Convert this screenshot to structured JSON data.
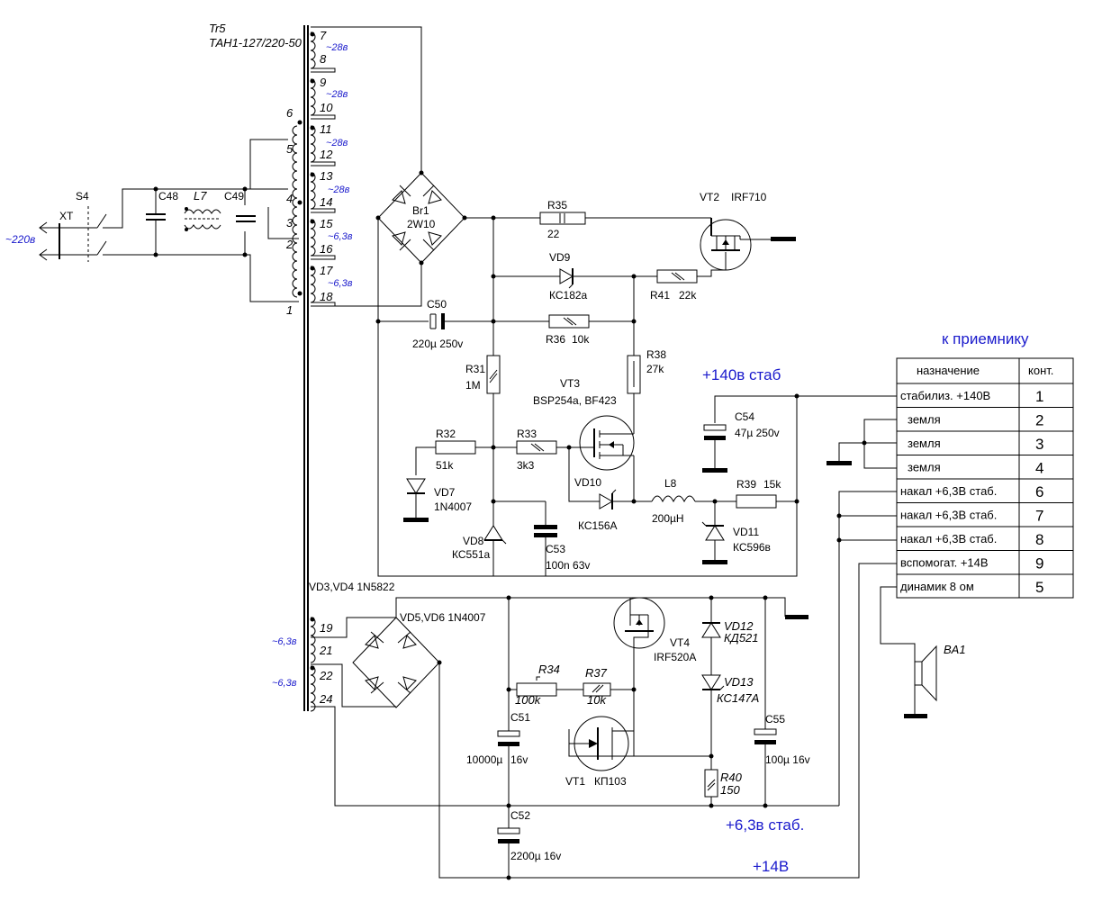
{
  "transformer": {
    "ref": "Tr5",
    "model": "ТАН1-127/220-50",
    "pins_left": [
      "6",
      "5",
      "4",
      "3",
      "2",
      "1"
    ],
    "pins_right": [
      "7",
      "8",
      "9",
      "10",
      "11",
      "12",
      "13",
      "14",
      "15",
      "16",
      "17",
      "18"
    ],
    "pins_low": [
      "19",
      "21",
      "22",
      "24"
    ],
    "taps": [
      "~28в",
      "~28в",
      "~28в",
      "~28в",
      "~6,3в",
      "~6,3в"
    ],
    "low_taps": [
      "~6,3в",
      "~6,3в"
    ]
  },
  "input": {
    "connector": "XT",
    "voltage": "~220в",
    "switch": "S4",
    "c48": "C48",
    "l7": "L7",
    "c49": "C49"
  },
  "bridge1": {
    "ref": "Br1",
    "model": "2W10"
  },
  "parts": {
    "r35": "R35",
    "r35v": "22",
    "vt2": "VT2",
    "vt2m": "IRF710",
    "vd9": "VD9",
    "vd9m": "КС182а",
    "r41": "R41",
    "r41v": "22k",
    "c50": "C50",
    "c50v": "220µ 250v",
    "r36": "R36",
    "r36v": "10k",
    "r38": "R38",
    "r38v": "27k",
    "r31": "R31",
    "r31v": "1M",
    "vt3": "VT3",
    "vt3m": "BSP254a, BF423",
    "r32": "R32",
    "r32v": "51k",
    "r33": "R33",
    "r33v": "3k3",
    "vd7": "VD7",
    "vd7m": "1N4007",
    "vd10": "VD10",
    "vd10m": "КС156А",
    "l8": "L8",
    "l8v": "200µH",
    "r39": "R39",
    "r39v": "15k",
    "c54": "C54",
    "c54v": "47µ 250v",
    "vd11": "VD11",
    "vd11m": "КС596в",
    "vd8": "VD8",
    "vd8m": "КС551а",
    "c53": "C53",
    "c53v": "100n 63v",
    "vd34": "VD3,VD4 1N5822",
    "vd56": "VD5,VD6 1N4007",
    "vt4": "VT4",
    "vt4m": "IRF520A",
    "vd12": "VD12",
    "vd12m": "КД521",
    "vd13": "VD13",
    "vd13m": "КС147А",
    "r34": "R34",
    "r34v": "100k",
    "r37": "R37",
    "r37v": "10k",
    "c51": "C51",
    "c51v": "10000µ",
    "c51v2": "16v",
    "vt1": "VT1",
    "vt1m": "КП103",
    "r40": "R40",
    "r40v": "150",
    "c55": "C55",
    "c55v": "100µ 16v",
    "c52": "C52",
    "c52v": "2200µ 16v",
    "ba1": "BA1"
  },
  "rails": {
    "hv": "+140в  стаб",
    "fil": "+6,3в стаб.",
    "aux": "+14В"
  },
  "table": {
    "title": "к приемнику",
    "headers": [
      "назначение",
      "конт."
    ],
    "rows": [
      {
        "name": "стабилиз. +140В",
        "pin": "1"
      },
      {
        "name": "земля",
        "pin": "2"
      },
      {
        "name": "земля",
        "pin": "3"
      },
      {
        "name": "земля",
        "pin": "4"
      },
      {
        "name": "накал +6,3В стаб.",
        "pin": "6"
      },
      {
        "name": "накал +6,3В стаб.",
        "pin": "7"
      },
      {
        "name": "накал +6,3В стаб.",
        "pin": "8"
      },
      {
        "name": "вспомогат. +14В",
        "pin": "9"
      },
      {
        "name": "динамик 8 ом",
        "pin": "5"
      }
    ]
  }
}
